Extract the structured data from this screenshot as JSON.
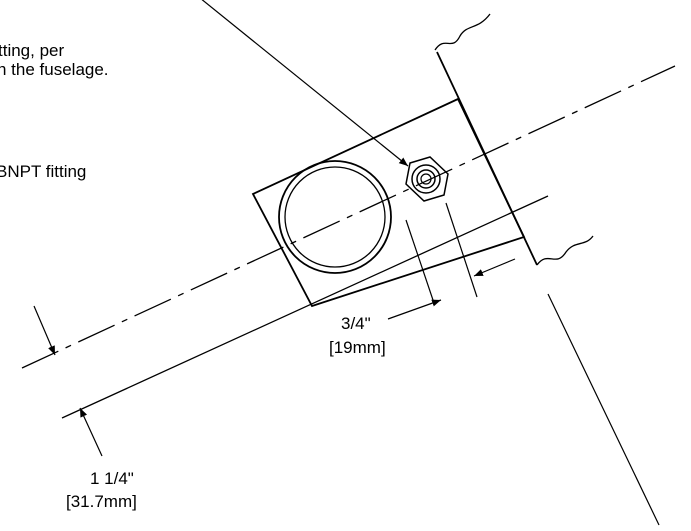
{
  "annotations": {
    "note_line1": "tting, per",
    "note_line2": "n the fuselage.",
    "fitting_note": "BNPT fitting"
  },
  "dimensions": {
    "offset": {
      "imperial": "3/4\"",
      "metric": "[19mm]"
    },
    "spacing": {
      "imperial": "1 1/4\"",
      "metric": "[31.7mm]"
    }
  }
}
